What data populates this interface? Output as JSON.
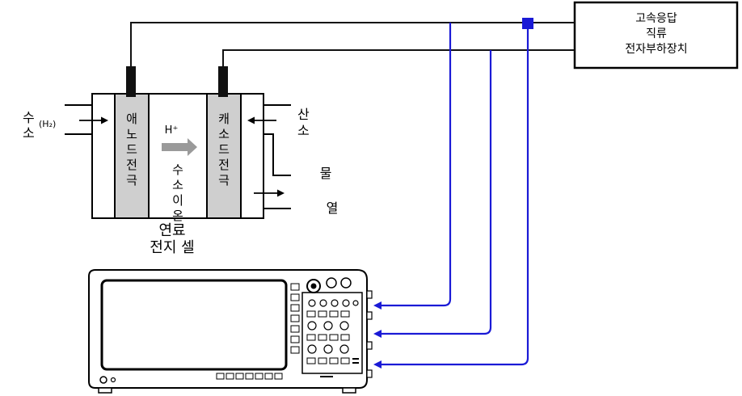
{
  "load_box": {
    "line1": "고속응답",
    "line2": "직류",
    "line3": "전자부하장치"
  },
  "fuel_cell": {
    "hydrogen_in": {
      "su": "수",
      "so": "소",
      "formula": "(H₂)"
    },
    "oxygen_in": {
      "san": "산",
      "so": "소"
    },
    "anode_chars": [
      "애",
      "노",
      "드",
      "전",
      "극"
    ],
    "cathode_chars": [
      "캐",
      "소",
      "드",
      "전",
      "극"
    ],
    "proton_symbol": "H⁺",
    "proton_chars": [
      "수",
      "소",
      "이",
      "온"
    ],
    "water_out": "물",
    "heat_out": "열",
    "caption_line1": "연료",
    "caption_line2": "전지 셀"
  },
  "colors": {
    "wire": "#111111",
    "probe": "#1a1ad6",
    "electrode": "#cfcfcf",
    "arrow": "#9a9a9a"
  },
  "oscilloscope": {
    "icon": "oscilloscope-icon",
    "probe_inputs": 3
  }
}
